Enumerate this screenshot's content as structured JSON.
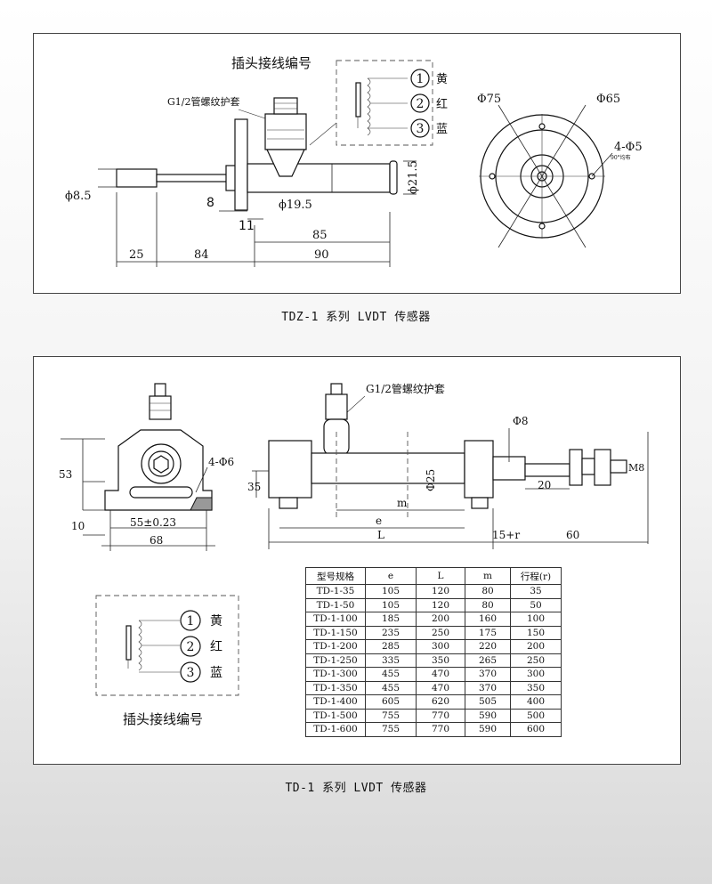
{
  "diagram1": {
    "caption": "TDZ-1 系列 LVDT 传感器",
    "connector_title": "插头接线编号",
    "thread_label": "G1/2管螺纹护套",
    "pins": [
      {
        "num": "1",
        "color": "黄"
      },
      {
        "num": "2",
        "color": "红"
      },
      {
        "num": "3",
        "color": "蓝"
      }
    ],
    "dims": {
      "d_rod": "ϕ8.5",
      "d_body": "ϕ19.5",
      "d_tip": "ϕ21.5",
      "d8": "8",
      "d11": "11",
      "d25": "25",
      "d84": "84",
      "d85": "85",
      "d90": "90"
    },
    "flange": {
      "outer": "Φ75",
      "inner": "Φ65",
      "holes": "4-Φ5",
      "note": "90°均布"
    }
  },
  "diagram2": {
    "caption": "TD-1 系列 LVDT 传感器",
    "connector_title": "插头接线编号",
    "thread_label": "G1/2管螺纹护套",
    "pins": [
      {
        "num": "1",
        "color": "黄"
      },
      {
        "num": "2",
        "color": "红"
      },
      {
        "num": "3",
        "color": "蓝"
      }
    ],
    "dims": {
      "d53": "53",
      "d35": "35",
      "d10": "10",
      "holes": "4-Φ6",
      "d55": "55±0.23",
      "d68": "68",
      "d25": "Φ25",
      "phi8": "Φ8",
      "m": "m",
      "e": "e",
      "L": "L",
      "d15r": "15+r",
      "d20": "20",
      "d60": "60",
      "m8": "M8"
    },
    "table": {
      "headers": [
        "型号规格",
        "e",
        "L",
        "m",
        "行程(r)"
      ],
      "rows": [
        [
          "TD-1-35",
          "105",
          "120",
          "80",
          "35"
        ],
        [
          "TD-1-50",
          "105",
          "120",
          "80",
          "50"
        ],
        [
          "TD-1-100",
          "185",
          "200",
          "160",
          "100"
        ],
        [
          "TD-1-150",
          "235",
          "250",
          "175",
          "150"
        ],
        [
          "TD-1-200",
          "285",
          "300",
          "220",
          "200"
        ],
        [
          "TD-1-250",
          "335",
          "350",
          "265",
          "250"
        ],
        [
          "TD-1-300",
          "455",
          "470",
          "370",
          "300"
        ],
        [
          "TD-1-350",
          "455",
          "470",
          "370",
          "350"
        ],
        [
          "TD-1-400",
          "605",
          "620",
          "505",
          "400"
        ],
        [
          "TD-1-500",
          "755",
          "770",
          "590",
          "500"
        ],
        [
          "TD-1-600",
          "755",
          "770",
          "590",
          "600"
        ]
      ]
    }
  }
}
